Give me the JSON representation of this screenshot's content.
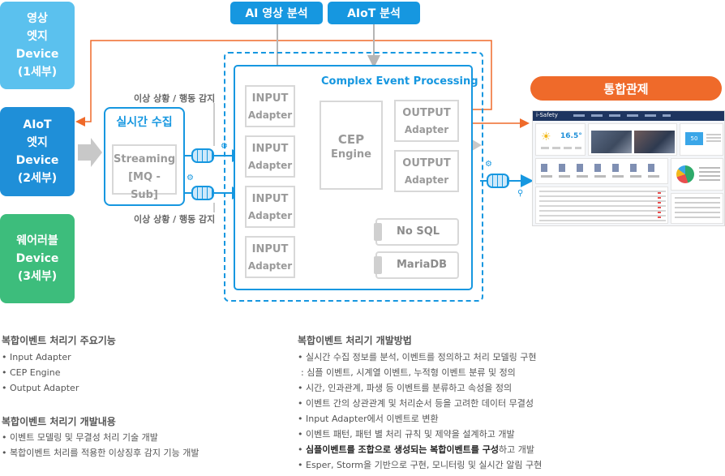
{
  "devices": [
    {
      "label": "영상\n엣지\nDevice\n(1세부)",
      "color": "#5bc1ee"
    },
    {
      "label": "AIoT\n엣지\nDevice\n(2세부)",
      "color": "#1f8fd8"
    },
    {
      "label": "웨어러블\nDevice\n(3세부)",
      "color": "#3dbd7c"
    }
  ],
  "top_sources": {
    "ai_video": "AI 영상 분석",
    "aiot": "AIoT 분석"
  },
  "realtime": {
    "title": "실시간 수집",
    "streaming": "Streaming",
    "mq": "[MQ - Sub]"
  },
  "labels": {
    "anomaly_top": "이상 상황 / 행동 감지",
    "anomaly_bottom": "이상 상황 / 행동 감지"
  },
  "cep": {
    "title": "Complex Event Processing",
    "input": "INPUT",
    "adapter": "Adapter",
    "output": "OUTPUT",
    "engine_line1": "CEP",
    "engine_line2": "Engine",
    "nosql": "No SQL",
    "mariadb": "MariaDB"
  },
  "control": {
    "title": "통합관제",
    "color": "#ef6a2a"
  },
  "dashboard": {
    "logo": "i-Safety",
    "temp": "16.5°",
    "level": "50"
  },
  "features": {
    "title": "복합이벤트 처리기 주요기능",
    "items": [
      "Input Adapter",
      "CEP Engine",
      "Output Adapter"
    ]
  },
  "dev_content": {
    "title": "복합이벤트 처리기 개발내용",
    "items": [
      "이벤트 모델링 및 무결성 처리 기술 개발",
      "복합이벤트 처리를 적용한 이상징후 감지 기능 개발"
    ]
  },
  "dev_method": {
    "title": "복합이벤트 처리기 개발방법",
    "items": [
      "실시간 수집 정보를 분석, 이벤트를 정의하고 처리 모델링 구현",
      "  : 심플 이벤트, 시계열 이벤트, 누적형 이벤트 분류 및 정의",
      "시간, 인과관계, 파생 등 이벤트를 분류하고 속성을 정의",
      "이벤트 간의 상관관계 및 처리순서 등을 고려한 데이터 무결성",
      "Input Adapter에서 이벤트로 변환",
      "이벤트 패턴, 패턴 별 처리 규칙 및  제약을 설계하고 개발",
      "Esper, Storm을 기반으로 구현, 모니터링 및 실시간 알림 구현"
    ],
    "highlight_bold": "심플이벤트를 조합으로 생성되는 복합이벤트를 구성",
    "highlight_rest": "하고 개발"
  },
  "colors": {
    "blue": "#1697e0",
    "gray": "#b5b5b5",
    "orange": "#ef6a2a"
  }
}
